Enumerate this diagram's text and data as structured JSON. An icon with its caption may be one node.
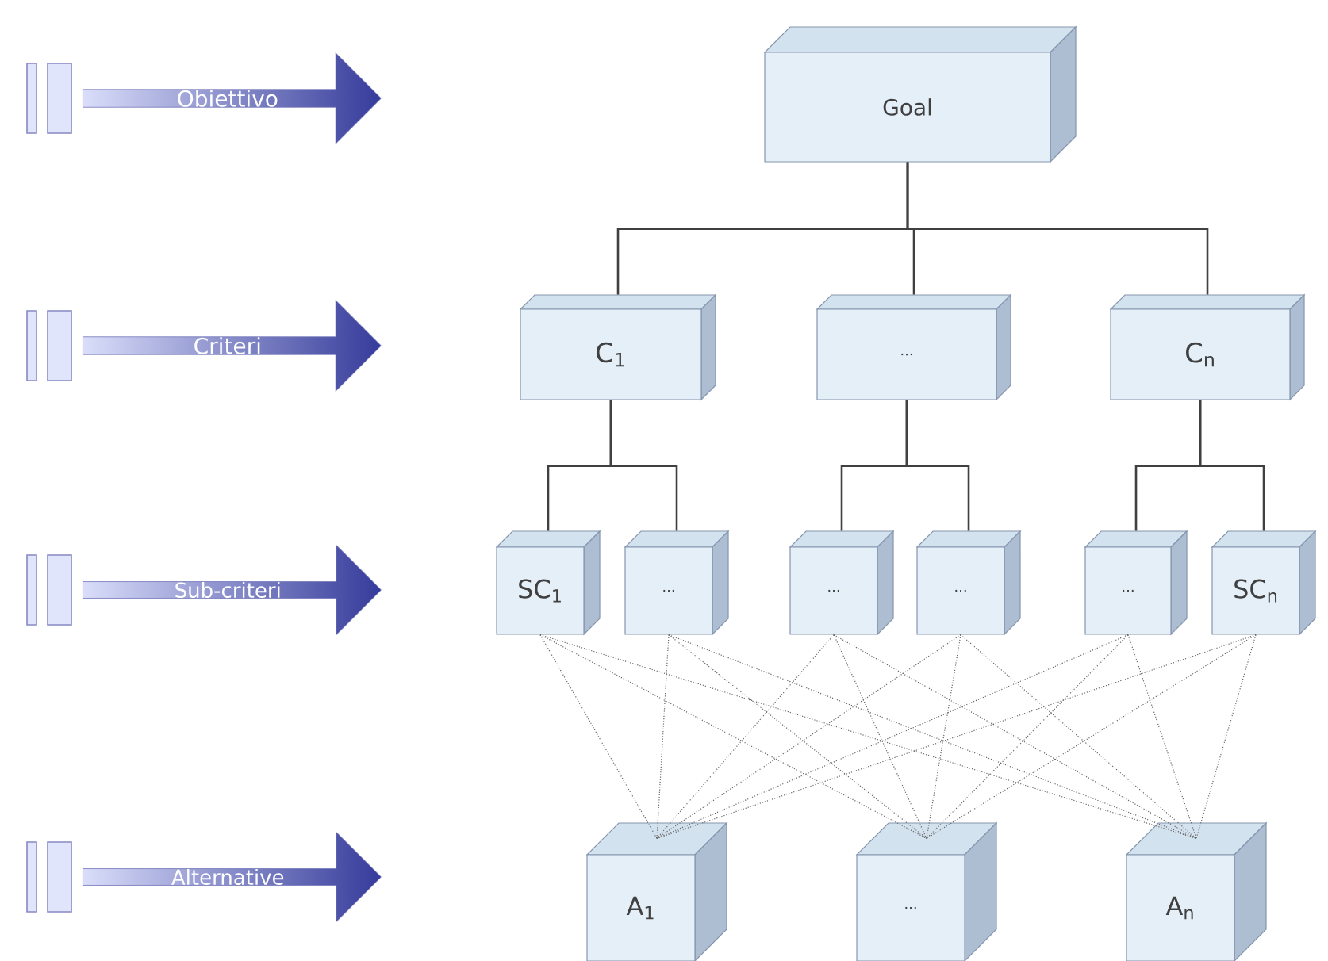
{
  "diagram": {
    "nodes": [
      {
        "text": [
          "Obiettivo"
        ]
      },
      {
        "text": [
          "Criteri"
        ]
      },
      {
        "text": [
          "Sub-criteri"
        ]
      },
      {
        "text": [
          "Alternative"
        ]
      },
      {
        "text": [
          "Goal"
        ]
      },
      {
        "text": [
          "C$_{1}$"
        ]
      },
      {
        "text": [
          "..."
        ]
      },
      {
        "text": [
          "C$_{n}$"
        ]
      },
      {
        "text": [
          "SC$_{1}$"
        ]
      },
      {
        "text": [
          "..."
        ]
      },
      {
        "text": [
          "..."
        ]
      },
      {
        "text": [
          "..."
        ]
      },
      {
        "text": [
          "..."
        ]
      },
      {
        "text": [
          "SC$_{n}$"
        ]
      },
      {
        "text": [
          "A$_{1}$"
        ]
      },
      {
        "text": [
          "..."
        ]
      },
      {
        "text": [
          "A$_{n}$"
        ]
      }
    ],
    "edges": [
      {
        "from": 4,
        "to": 5,
        "arrow": "none"
      },
      {
        "from": 4,
        "to": 6,
        "arrow": "none"
      },
      {
        "from": 4,
        "to": 7,
        "arrow": "none"
      },
      {
        "from": 5,
        "to": 8,
        "arrow": "none"
      },
      {
        "from": 5,
        "to": 9,
        "arrow": "none"
      },
      {
        "from": 6,
        "to": 10,
        "arrow": "none"
      },
      {
        "from": 6,
        "to": 11,
        "arrow": "none"
      },
      {
        "from": 7,
        "to": 12,
        "arrow": "none"
      },
      {
        "from": 7,
        "to": 13,
        "arrow": "none"
      },
      {
        "from": 8,
        "to": 14,
        "arrow": "none",
        "style": "dashed"
      },
      {
        "from": 8,
        "to": 15,
        "arrow": "none",
        "style": "dashed"
      },
      {
        "from": 8,
        "to": 16,
        "arrow": "none",
        "style": "dashed"
      },
      {
        "from": 9,
        "to": 14,
        "arrow": "none",
        "style": "dashed"
      },
      {
        "from": 9,
        "to": 15,
        "arrow": "none",
        "style": "dashed"
      },
      {
        "from": 9,
        "to": 16,
        "arrow": "none",
        "style": "dashed"
      },
      {
        "from": 10,
        "to": 14,
        "arrow": "none",
        "style": "dashed"
      },
      {
        "from": 10,
        "to": 15,
        "arrow": "none",
        "style": "dashed"
      },
      {
        "from": 10,
        "to": 16,
        "arrow": "none",
        "style": "dashed"
      },
      {
        "from": 11,
        "to": 14,
        "arrow": "none",
        "style": "dashed"
      },
      {
        "from": 11,
        "to": 15,
        "arrow": "none",
        "style": "dashed"
      },
      {
        "from": 11,
        "to": 16,
        "arrow": "none",
        "style": "dashed"
      },
      {
        "from": 12,
        "to": 14,
        "arrow": "none",
        "style": "dashed"
      },
      {
        "from": 12,
        "to": 15,
        "arrow": "none",
        "style": "dashed"
      },
      {
        "from": 12,
        "to": 16,
        "arrow": "none",
        "style": "dashed"
      },
      {
        "from": 13,
        "to": 14,
        "arrow": "none",
        "style": "dashed"
      },
      {
        "from": 13,
        "to": 15,
        "arrow": "none",
        "style": "dashed"
      },
      {
        "from": 13,
        "to": 16,
        "arrow": "none",
        "style": "dashed"
      }
    ]
  }
}
